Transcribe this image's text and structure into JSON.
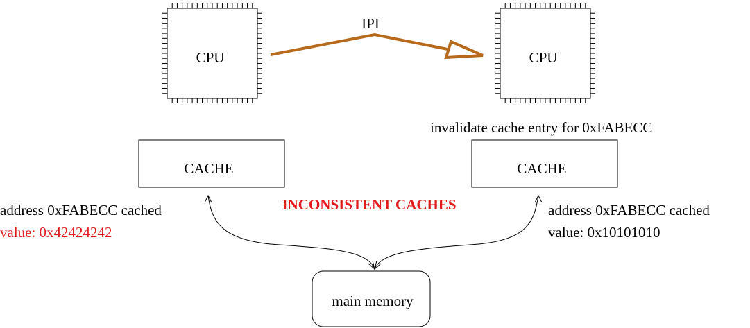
{
  "diagram": {
    "cpu_left": {
      "label": "CPU"
    },
    "cpu_right": {
      "label": "CPU"
    },
    "ipi": {
      "label": "IPI",
      "color": "#b86a1c"
    },
    "invalidate_note": "invalidate cache entry for 0xFABECC",
    "cache_left": {
      "label": "CACHE"
    },
    "cache_right": {
      "label": "CACHE"
    },
    "left_entry": {
      "address": "address 0xFABECC cached",
      "value": "value: 0x42424242",
      "value_color": "#e31b1b"
    },
    "right_entry": {
      "address": "address 0xFABECC cached",
      "value": "value: 0x10101010"
    },
    "warning": {
      "text": "INCONSISTENT CACHES",
      "color": "#e31b1b"
    },
    "memory": {
      "label": "main memory"
    }
  }
}
